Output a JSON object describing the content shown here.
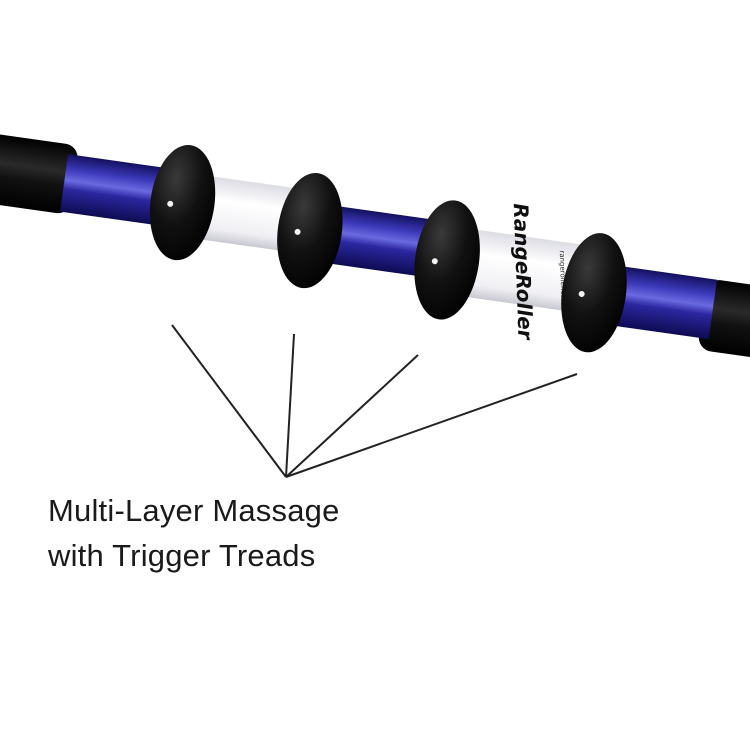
{
  "product": {
    "brand_label": "RangeRoller",
    "brand_url": "rangeroller.com"
  },
  "caption": {
    "line1": "Multi-Layer Massage",
    "line2": "with Trigger Treads"
  },
  "colors": {
    "background": "#ffffff",
    "shaft_blue": "#1f1a8a",
    "shaft_highlight": "#5a5ad0",
    "white_sleeve": "#f4f4f6",
    "tread_black": "#0c0c0c",
    "handle_black": "#111111",
    "leader_line": "#222222"
  },
  "icons": [
    "roller-illustration"
  ]
}
